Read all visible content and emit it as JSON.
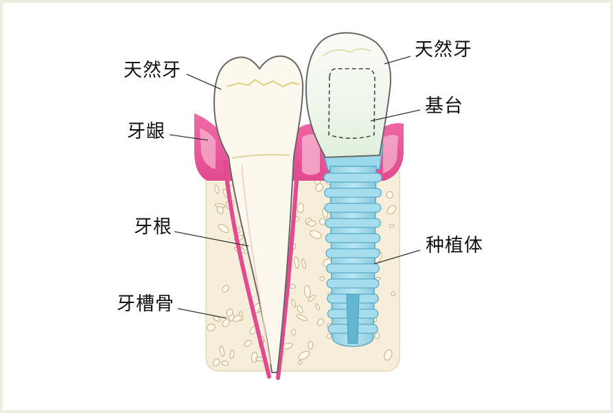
{
  "labels": {
    "natural_tooth_left": "天然牙",
    "gum": "牙龈",
    "root": "牙根",
    "alveolar_bone": "牙槽骨",
    "natural_tooth_right": "天然牙",
    "abutment": "基台",
    "implant": "种植体"
  }
}
